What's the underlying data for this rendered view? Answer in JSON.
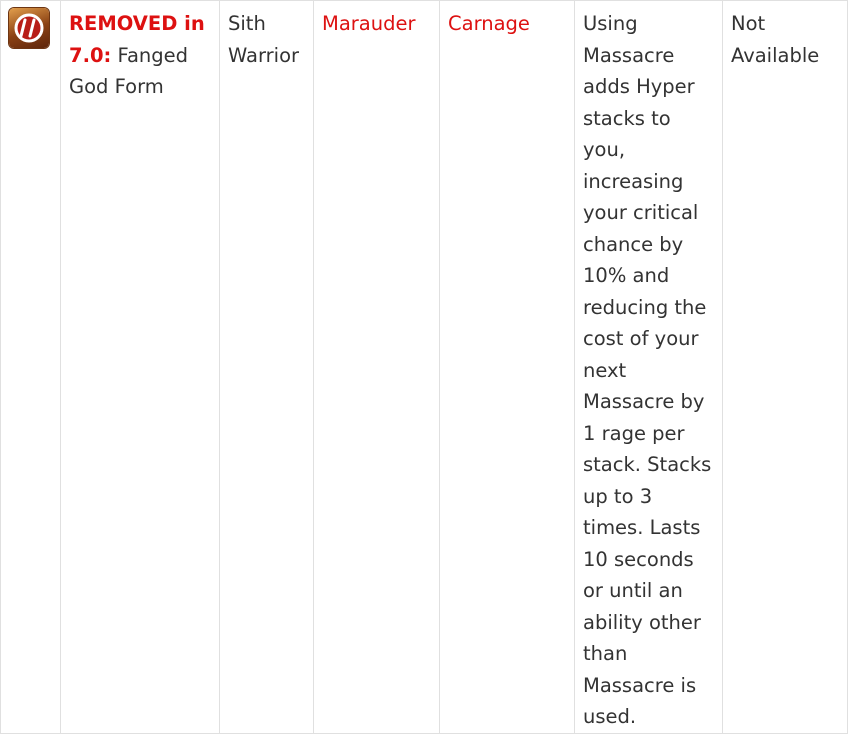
{
  "row": {
    "icon": "ability-icon",
    "colors": {
      "link": "#dd1111",
      "text": "#333333",
      "border": "#e0e0e0"
    },
    "name_prefix": "REMOVED in 7.0:",
    "name": "Fanged God Form",
    "class": "Sith Warrior",
    "advanced_class": "Marauder",
    "discipline": "Carnage",
    "description": "Using Massacre adds Hyper stacks to you, increasing your critical chance by 10% and reducing the cost of your next Massacre by 1 rage per stack. Stacks up to 3 times. Lasts 10 seconds or until an ability other than Massacre is used.",
    "availability": "Not Available"
  }
}
